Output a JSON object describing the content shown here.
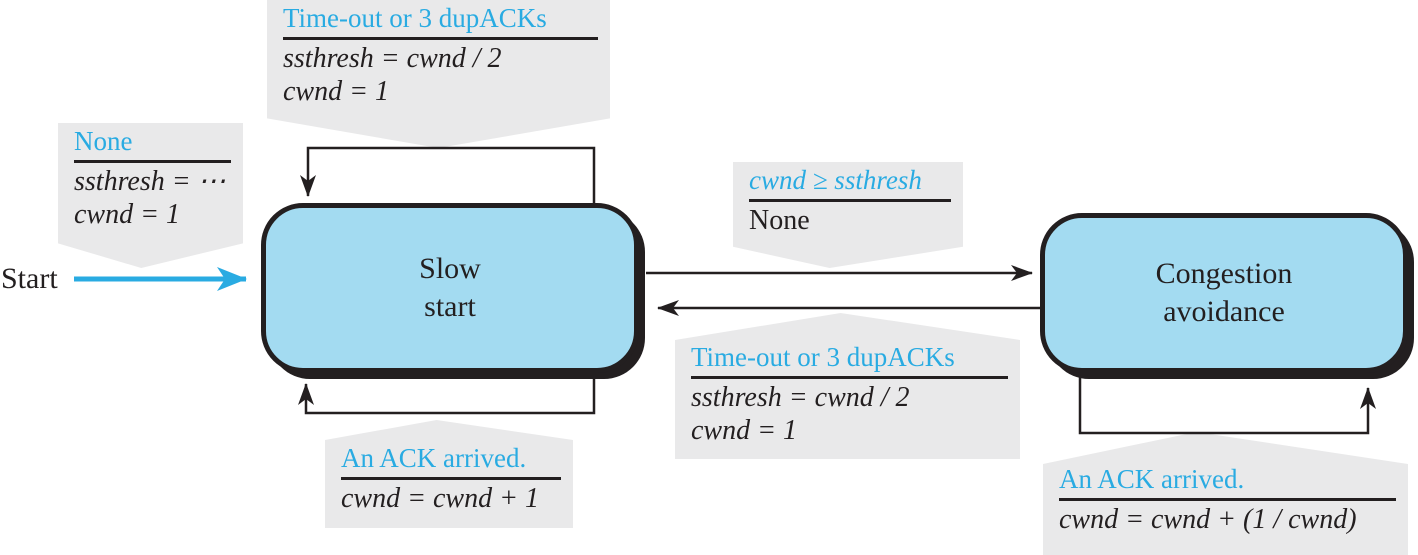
{
  "colors": {
    "condition_text": "#29ABE2",
    "state_fill": "#A3DBF1",
    "callout_bg": "#E9E9EA",
    "ink": "#231F20",
    "start_arrow": "#29ABE2"
  },
  "start_label": "Start",
  "states": [
    {
      "id": "slow-start",
      "label_line1": "Slow",
      "label_line2": "start"
    },
    {
      "id": "congestion-avoidance",
      "label_line1": "Congestion",
      "label_line2": "avoidance"
    }
  ],
  "callouts": [
    {
      "id": "slow-start-timeout",
      "condition": "Time-out or 3 dupACKs",
      "actions": [
        "ssthresh = cwnd / 2",
        "cwnd = 1"
      ]
    },
    {
      "id": "start-initialization",
      "condition": "None",
      "actions": [
        "ssthresh = ⋯",
        "cwnd = 1"
      ]
    },
    {
      "id": "slow-start-to-congestion-avoidance",
      "condition": "cwnd ≥ ssthresh",
      "actions": [
        "None"
      ]
    },
    {
      "id": "congestion-avoidance-to-slow-start",
      "condition": "Time-out or 3 dupACKs",
      "actions": [
        "ssthresh = cwnd / 2",
        "cwnd = 1"
      ]
    },
    {
      "id": "slow-start-self-loop",
      "condition": "An ACK arrived.",
      "actions": [
        "cwnd = cwnd + 1"
      ]
    },
    {
      "id": "congestion-avoidance-self-loop",
      "condition": "An ACK arrived.",
      "actions": [
        "cwnd = cwnd + (1 / cwnd)"
      ]
    }
  ]
}
